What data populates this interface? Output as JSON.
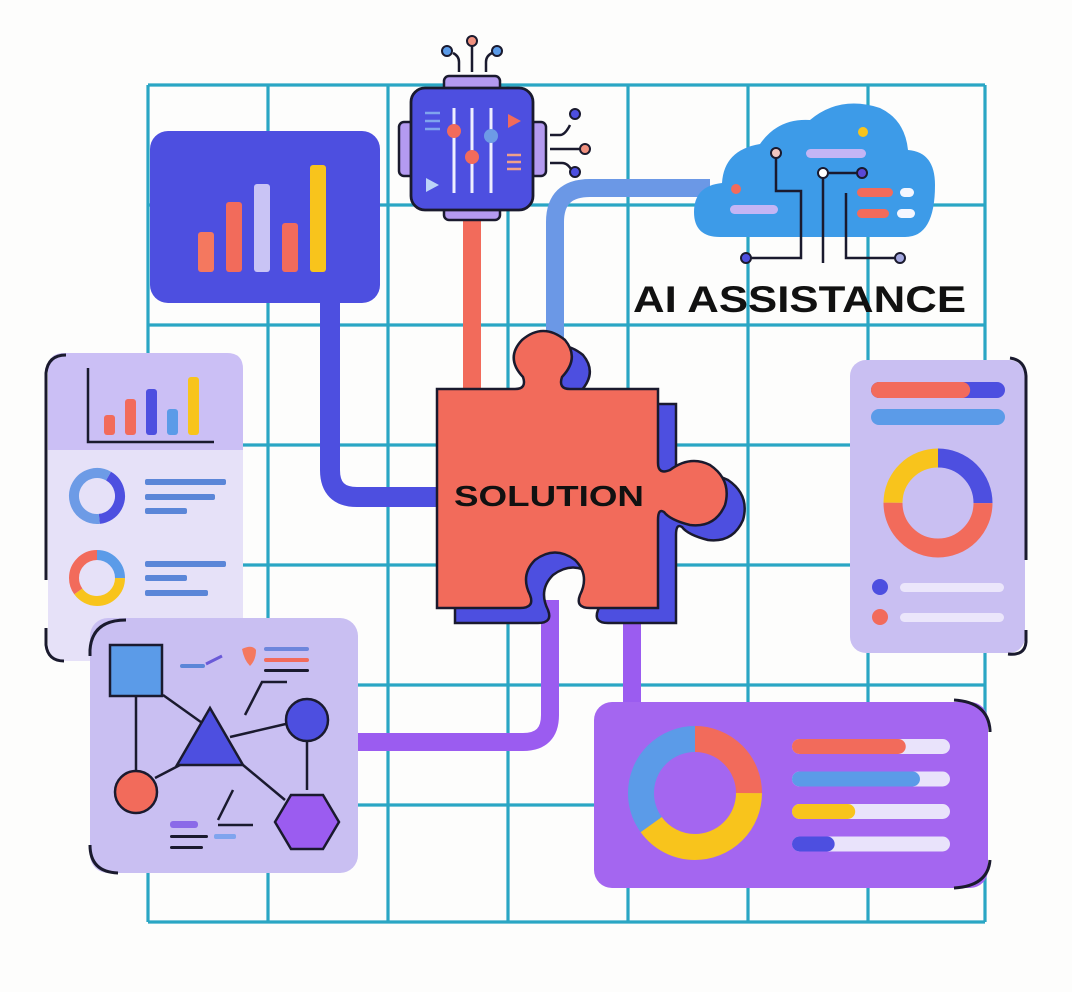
{
  "labels": {
    "center": "SOLUTION",
    "ai": "AI ASSISTANCE"
  },
  "colors": {
    "grid": "#2aa6c4",
    "background": "#fdfdfc",
    "indigo": "#4d4fe0",
    "coral": "#f26b5b",
    "blue": "#5b9be8",
    "sky": "#3d9be8",
    "yellow": "#f8c41c",
    "lavender": "#c9bff2",
    "lavender_panel": "#ddd8f7",
    "violet": "#9b5cf0",
    "outline": "#1a1a2e"
  },
  "grid": {
    "x": [
      148,
      268,
      388,
      508,
      628,
      748,
      868,
      985
    ],
    "y": [
      85,
      205,
      325,
      445,
      565,
      685,
      805,
      922
    ]
  },
  "top_chart_panel": {
    "bars": [
      {
        "height": 40,
        "color": "#f4785f"
      },
      {
        "height": 70,
        "color": "#f26b5b"
      },
      {
        "height": 88,
        "color": "#c9c4f5"
      },
      {
        "height": 49,
        "color": "#f26b5b"
      },
      {
        "height": 107,
        "color": "#f8c41c"
      }
    ]
  },
  "left_report_panel": {
    "bars": [
      {
        "height": 20,
        "color": "#f26b5b"
      },
      {
        "height": 36,
        "color": "#f26b5b"
      },
      {
        "height": 46,
        "color": "#4d4fe0"
      },
      {
        "height": 26,
        "color": "#5b9be8"
      },
      {
        "height": 58,
        "color": "#f8c41c"
      }
    ],
    "donut_1": [
      {
        "pct": 40,
        "color": "#4d4fe0"
      },
      {
        "pct": 60,
        "color": "#6d9be6"
      }
    ],
    "donut_2": [
      {
        "pct": 25,
        "color": "#5b9be8"
      },
      {
        "pct": 40,
        "color": "#f8c41c"
      },
      {
        "pct": 35,
        "color": "#f26b5b"
      }
    ]
  },
  "right_mobile_panel": {
    "progress_top": {
      "fill_pct": 74,
      "fill_color": "#f26b5b",
      "track_color": "#4d4fe0"
    },
    "progress_second": {
      "fill_pct": 100,
      "fill_color": "#5b9be8"
    },
    "donut": [
      {
        "pct": 25,
        "color": "#4d4fe0"
      },
      {
        "pct": 50,
        "color": "#f26b5b"
      },
      {
        "pct": 25,
        "color": "#f8c41c"
      }
    ],
    "legend": [
      {
        "color": "#4d4fe0"
      },
      {
        "color": "#f26b5b"
      }
    ]
  },
  "bottom_dashboard_panel": {
    "donut": [
      {
        "pct": 25,
        "color": "#f26b5b"
      },
      {
        "pct": 40,
        "color": "#f8c41c"
      },
      {
        "pct": 35,
        "color": "#5b9be8"
      }
    ],
    "progress_bars": [
      {
        "fill_pct": 72,
        "color": "#f26b5b"
      },
      {
        "fill_pct": 81,
        "color": "#5b9be8"
      },
      {
        "fill_pct": 40,
        "color": "#f8c41c"
      },
      {
        "fill_pct": 27,
        "color": "#4d4fe0"
      }
    ]
  },
  "icons": {
    "processor": "mixer-chip-icon",
    "cloud": "cloud-circuit-icon",
    "puzzle": "puzzle-piece-icon",
    "network": "network-diagram-icon"
  }
}
